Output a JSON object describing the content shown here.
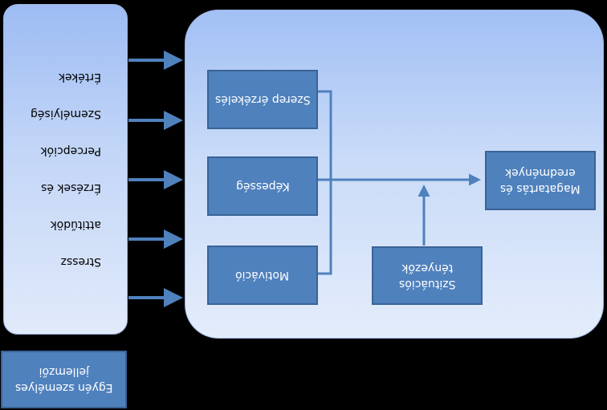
{
  "diagram": {
    "personal_characteristics_label": "Egyén személyes\njellemzői",
    "factors": [
      "Stressz",
      "attitűdök",
      "Érzések és",
      "Percepciók",
      "Személyiség",
      "Értékek"
    ],
    "role_perception": "Szerep érzékelés",
    "ability": "Képesség",
    "motivation": "Motiváció",
    "situational_factors": "Szituációs\ntényezők",
    "behavior_outcomes": "Magatartás és\neredmények"
  },
  "colors": {
    "box_fill": "#4f81bd",
    "arrow": "#4f81bd",
    "panel_light": "#dfe9fb"
  }
}
